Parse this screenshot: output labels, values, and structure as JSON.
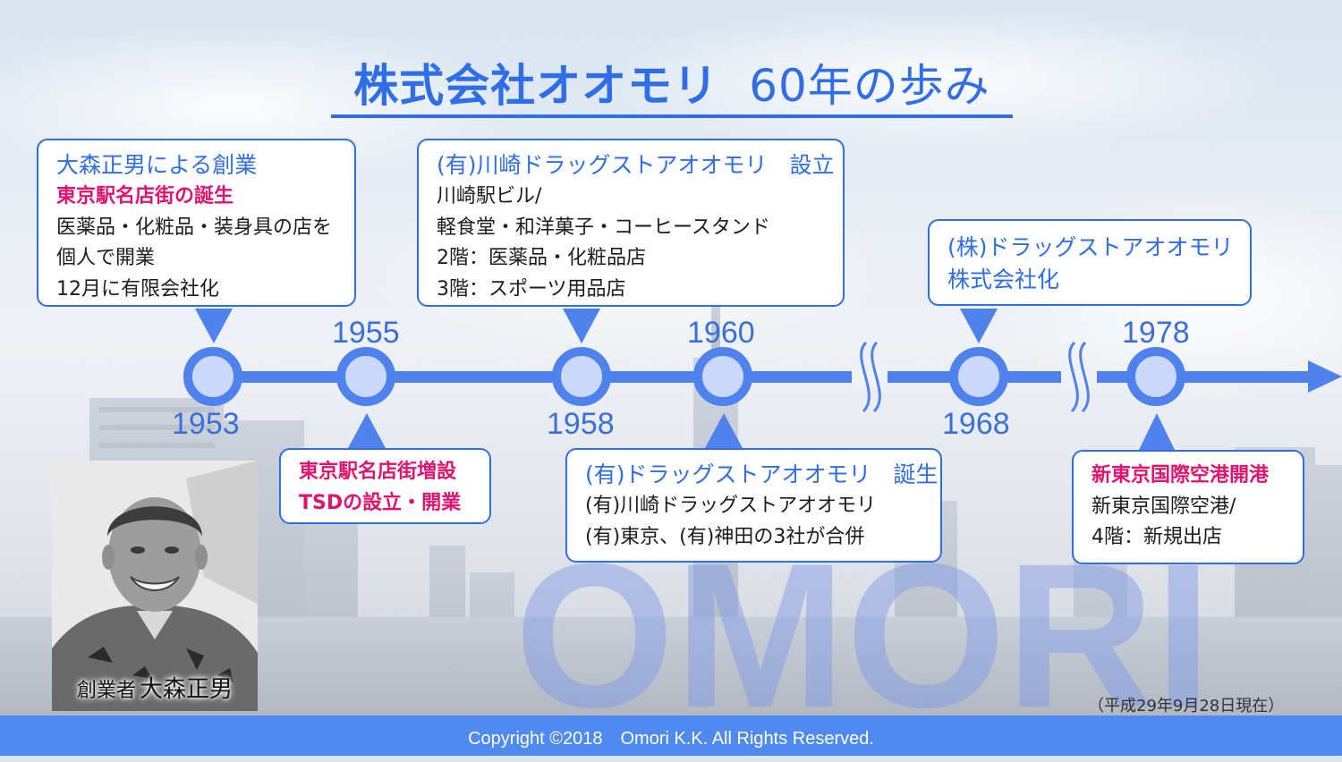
{
  "title": {
    "main": "株式会社オオモリ",
    "sub": "60年の歩み"
  },
  "watermark": "OMORI",
  "years": [
    "1953",
    "1955",
    "1958",
    "1960",
    "1968",
    "1978"
  ],
  "events": [
    {
      "heading": "大森正男による創業",
      "highlight": "東京駅名店街の誕生",
      "lines": [
        "医薬品・化粧品・装身具の店を",
        "個人で開業",
        "12月に有限会社化"
      ]
    },
    {
      "highlight_lines": [
        "東京駅名店街増設",
        "TSDの設立・開業"
      ]
    },
    {
      "heading": "(有)川崎ドラッグストアオオモリ　設立",
      "lines": [
        "川崎駅ビル/",
        "軽食堂・和洋菓子・コーヒースタンド",
        "2階：医薬品・化粧品店",
        "3階：スポーツ用品店"
      ]
    },
    {
      "heading": "(有)ドラッグストアオオモリ　誕生",
      "lines": [
        "(有)川崎ドラッグストアオオモリ",
        "(有)東京、(有)神田の3社が合併"
      ]
    },
    {
      "heading_lines": [
        "(株)ドラッグストアオオモリ",
        "株式会社化"
      ]
    },
    {
      "highlight": "新東京国際空港開港",
      "lines": [
        "新東京国際空港/",
        "4階：新規出店"
      ]
    }
  ],
  "founder": {
    "label": "創業者",
    "name": "大森正男"
  },
  "as_of": "（平成29年9月28日現在）",
  "footer": "Copyright ©2018　Omori K.K. All Rights Reserved.",
  "colors": {
    "primary": "#2f6ee6",
    "highlight": "#e0136f",
    "footer_bg": "#4f8af0",
    "node_fill": "#c9d8fb"
  },
  "icons": [
    "timeline-arrow-icon",
    "break-mark-icon",
    "founder-photo"
  ]
}
